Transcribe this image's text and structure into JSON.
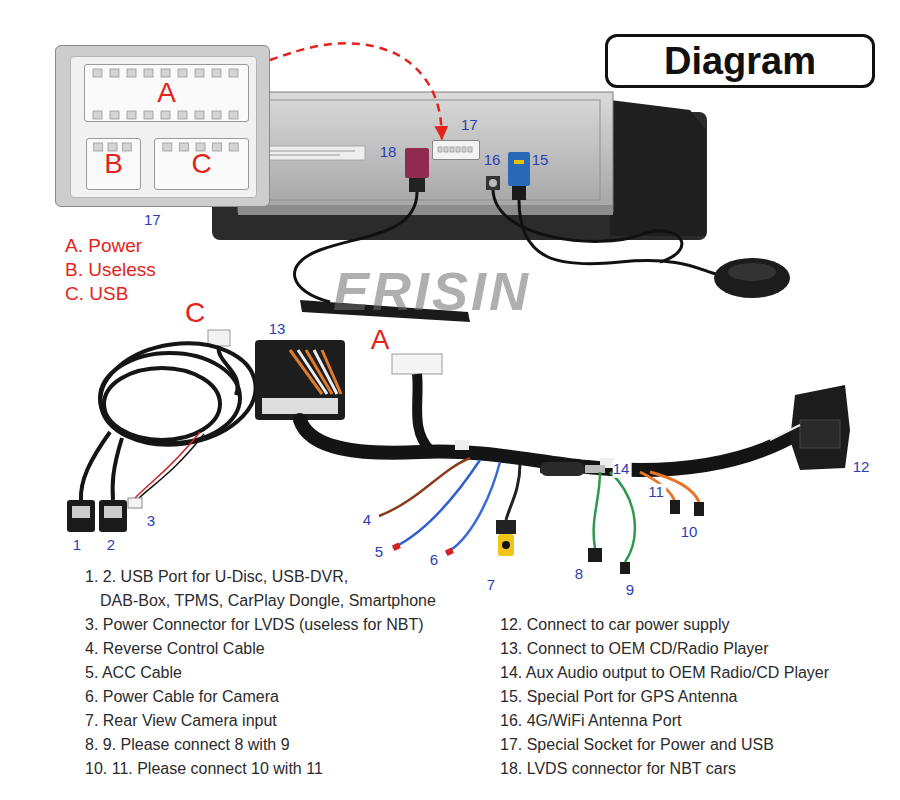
{
  "diagram": {
    "title": "Diagram",
    "nodes": [
      {
        "text": [
          "17"
        ]
      },
      {
        "text": [
          "A"
        ],
        "in": 0
      },
      {
        "text": [
          "B"
        ],
        "in": 0
      },
      {
        "text": [
          "C"
        ],
        "in": 0
      },
      {
        "text": [
          "17"
        ]
      }
    ],
    "edges": [
      {
        "from": 0,
        "to": 4,
        "arrow": "to"
      }
    ],
    "labels": [
      "A. Power",
      "B. Useless",
      "C. USB",
      "18",
      "16",
      "15",
      "ERISIN",
      "C",
      "13",
      "A",
      "14",
      "12",
      "11",
      "10",
      "4",
      "5",
      "6",
      "7",
      "8",
      "9",
      "1",
      "2",
      "3",
      "1. 2. USB Port for U-Disc, USB-DVR, DAB-Box, TPMS, CarPlay Dongle, Smartphone",
      "3. Power Connector for LVDS (useless for NBT)",
      "4. Reverse Control Cable",
      "5. ACC Cable",
      "6. Power Cable for Camera",
      "7. Rear View Camera input",
      "8. 9. Please connect 8 with 9",
      "10. 11. Please connect 10 with 11",
      "12. Connect to car power supply",
      "13. Connect to OEM CD/Radio Player",
      "14. Aux Audio output to OEM Radio/CD Player",
      "15. Special Port for GPS Antenna",
      "16. 4G/WiFi Antenna Port",
      "17. Special Socket for Power and USB",
      "18. LVDS connector for NBT cars"
    ]
  }
}
